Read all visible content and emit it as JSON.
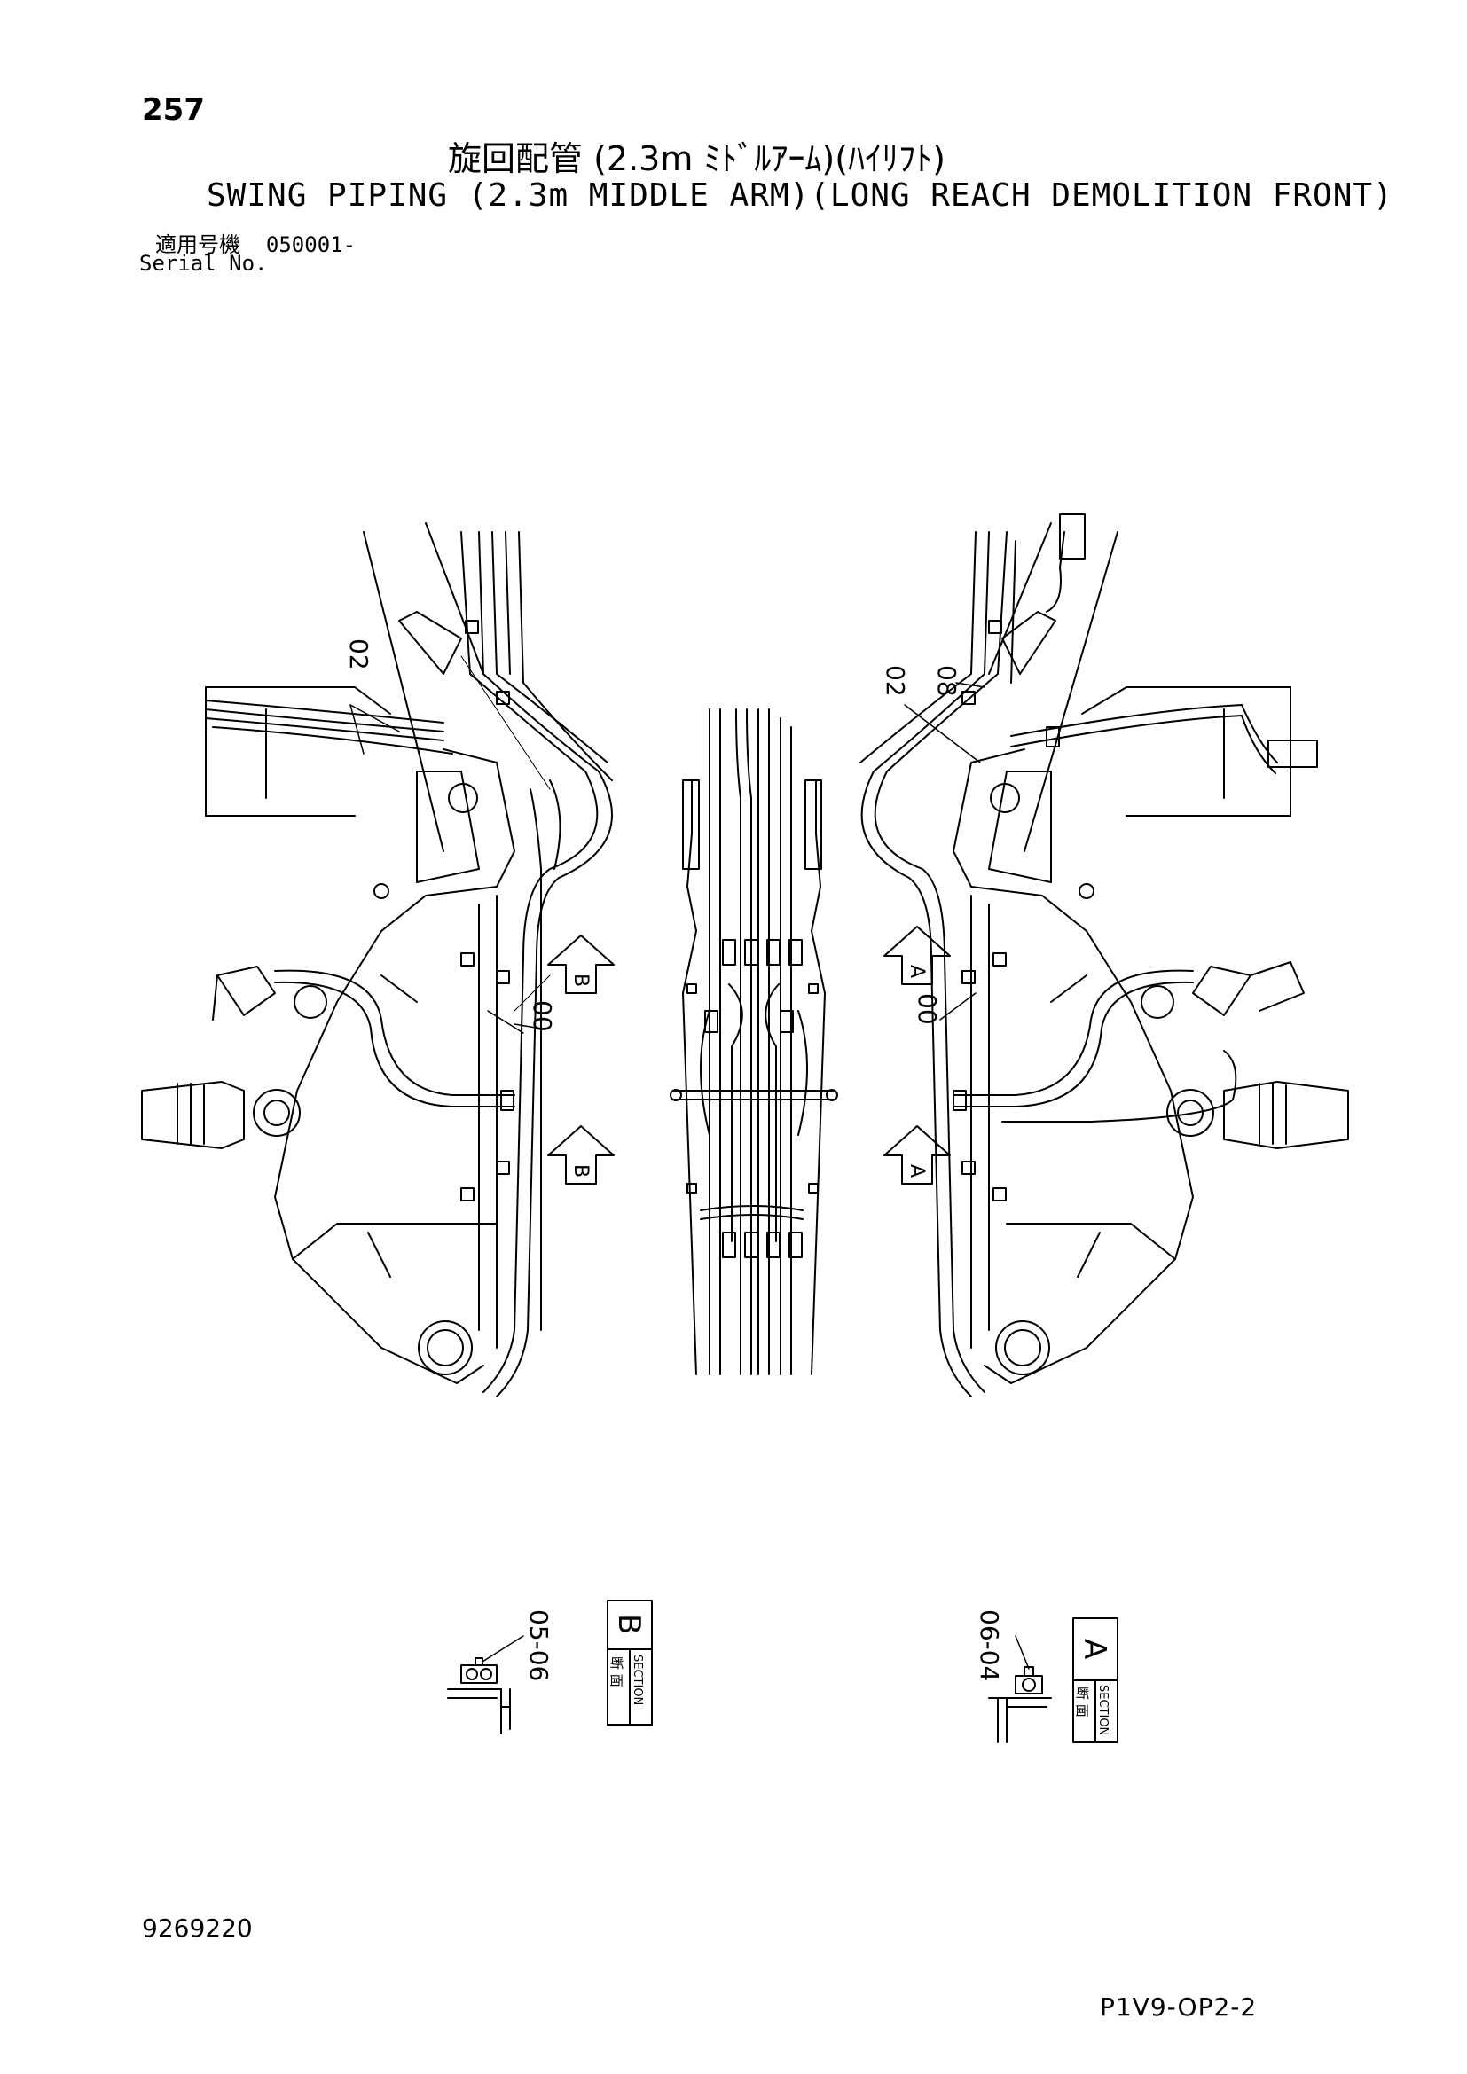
{
  "header": {
    "page_number": "257",
    "title_jp": "旋回配管 (2.3m ﾐﾄﾞﾙｱｰﾑ)(ﾊｲﾘﾌﾄ)",
    "title_en": "SWING PIPING (2.3m MIDDLE ARM)(LONG REACH DEMOLITION FRONT)",
    "serial_label_jp": "適用号機",
    "serial_value": "050001-",
    "serial_label_en": "Serial No."
  },
  "callouts": {
    "left_02": "02",
    "left_00": "00",
    "right_02": "02",
    "right_08": "08",
    "right_00": "00",
    "section_b_parts": "05-06",
    "section_a_parts": "06-04"
  },
  "section_markers": {
    "a": "A",
    "b": "B"
  },
  "section_boxes": {
    "b_letter": "B",
    "a_letter": "A",
    "label_jp": "断 面",
    "label_en": "SECTION"
  },
  "footer": {
    "drawing_number": "9269220",
    "page_code": "P1V9-OP2-2"
  }
}
